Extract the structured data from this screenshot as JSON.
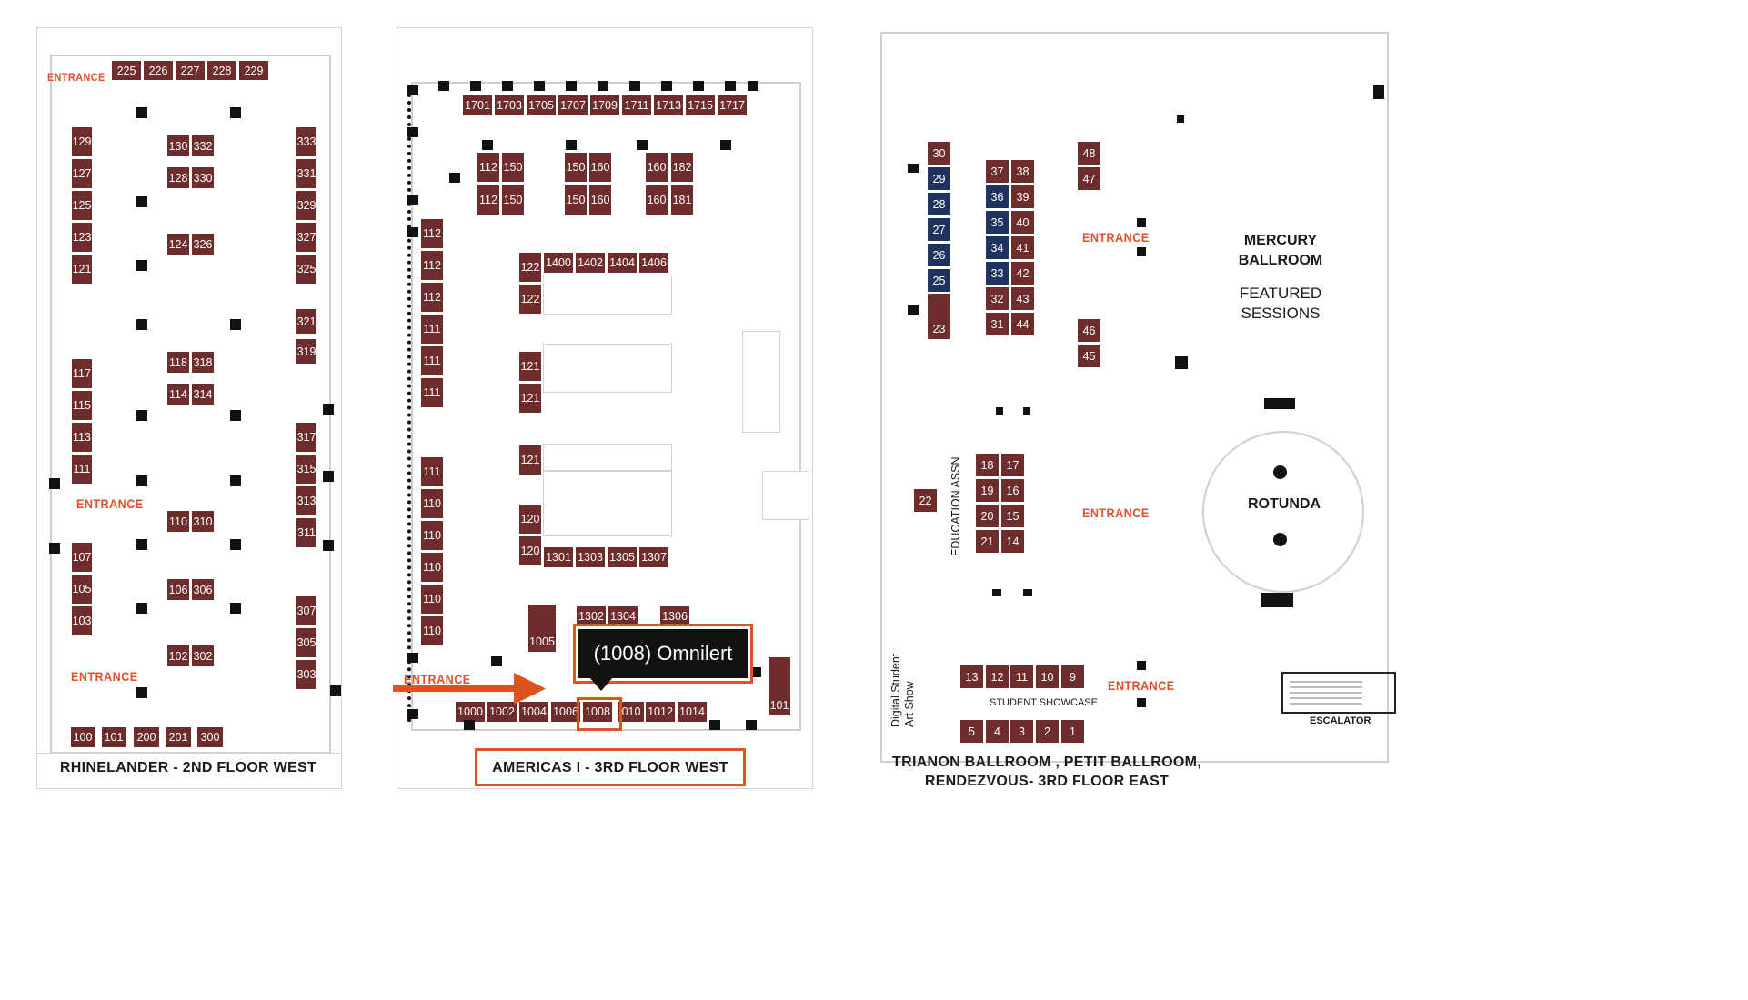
{
  "panels": {
    "left": {
      "caption": "RHINELANDER - 2ND FLOOR WEST",
      "entrance_label": "ENTRANCE",
      "booths": [
        "225",
        "226",
        "227",
        "228",
        "229",
        "129",
        "127",
        "125",
        "123",
        "121",
        "130",
        "332",
        "128",
        "330",
        "124",
        "326",
        "333",
        "331",
        "329",
        "327",
        "325",
        "321",
        "319",
        "117",
        "115",
        "113",
        "111",
        "118",
        "318",
        "114",
        "314",
        "317",
        "315",
        "313",
        "311",
        "110",
        "310",
        "107",
        "105",
        "103",
        "106",
        "306",
        "307",
        "305",
        "303",
        "102",
        "302",
        "100",
        "101",
        "200",
        "201",
        "300"
      ]
    },
    "middle": {
      "caption": "AMERICAS I - 3RD FLOOR WEST",
      "entrance_label": "ENTRANCE",
      "booths": [
        "1701",
        "1703",
        "1705",
        "1707",
        "1709",
        "1711",
        "1713",
        "1715",
        "1717",
        "112",
        "150",
        "150",
        "160",
        "160",
        "182",
        "112",
        "150",
        "150",
        "160",
        "160",
        "181",
        "112",
        "112",
        "112",
        "111",
        "111",
        "111",
        "111",
        "110",
        "110",
        "110",
        "110",
        "110",
        "122",
        "1400",
        "1402",
        "1404",
        "1406",
        "122",
        "121",
        "121",
        "121",
        "120",
        "120",
        "1301",
        "1303",
        "1305",
        "1307",
        "1005",
        "1302",
        "1304",
        "1306",
        "1000",
        "1002",
        "1004",
        "1006",
        "1008",
        "010",
        "1012",
        "1014",
        "101"
      ]
    },
    "right": {
      "caption_line1": "TRIANON BALLROOM , PETIT BALLROOM,",
      "caption_line2": "RENDEZVOUS- 3RD FLOOR EAST",
      "entrance_label": "ENTRANCE",
      "mercury": [
        "MERCURY",
        "BALLROOM"
      ],
      "featured": [
        "FEATURED",
        "SESSIONS"
      ],
      "rotunda": "ROTUNDA",
      "education": "EDUCATION ASSN",
      "student_showcase": "STUDENT SHOWCASE",
      "art_show": [
        "Digital Student",
        "Art Show"
      ],
      "escalator": "ESCALATOR",
      "booths": [
        "30",
        "29",
        "28",
        "27",
        "26",
        "25",
        "23",
        "37",
        "38",
        "36",
        "39",
        "35",
        "40",
        "34",
        "41",
        "33",
        "42",
        "32",
        "43",
        "31",
        "44",
        "48",
        "47",
        "46",
        "45",
        "18",
        "17",
        "19",
        "16",
        "20",
        "15",
        "21",
        "14",
        "22",
        "13",
        "12",
        "11",
        "10",
        "9",
        "5",
        "4",
        "3",
        "2",
        "1"
      ]
    }
  },
  "tooltip": {
    "text": "(1008) Omnilert",
    "highlighted_booth": "1008"
  },
  "colors": {
    "booth": "#6e2c2c",
    "booth_featured": "#1f3360",
    "highlight": "#d9541f",
    "entrance": "#e0512a"
  }
}
